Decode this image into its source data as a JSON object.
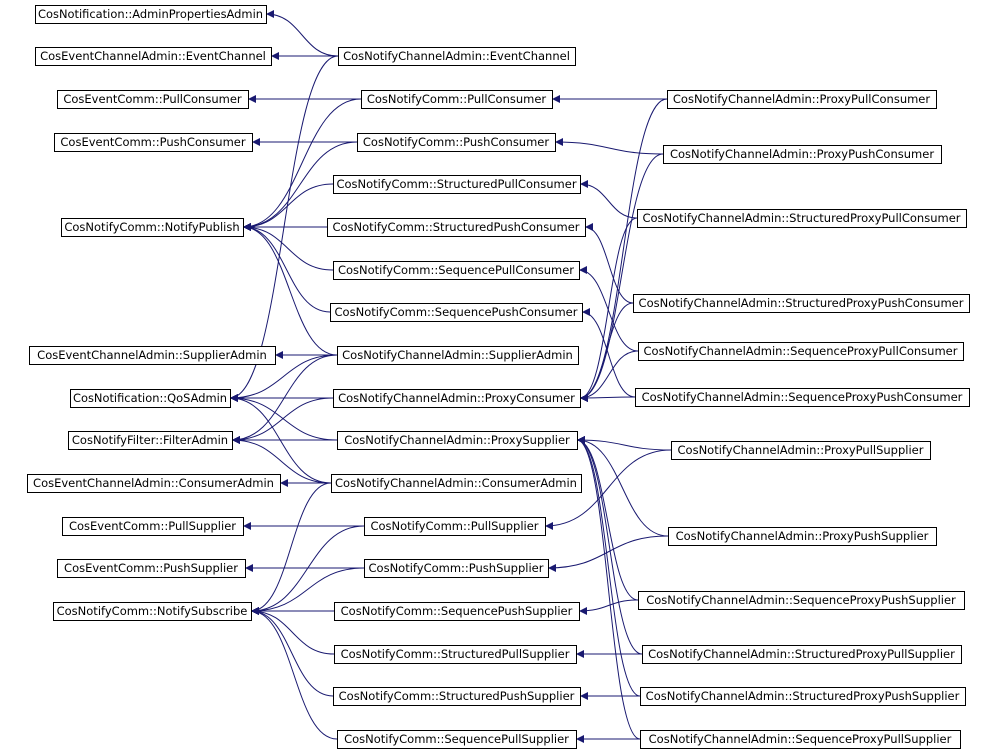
{
  "diagram": {
    "colors": {
      "edge": "#191970",
      "node_border": "#000000",
      "node_fill": "#ffffff",
      "text": "#000000"
    },
    "nodes": [
      {
        "id": "adminprops",
        "label": "CosNotification::AdminPropertiesAdmin"
      },
      {
        "id": "eca_ec",
        "label": "CosEventChannelAdmin::EventChannel"
      },
      {
        "id": "ec_pullcons",
        "label": "CosEventComm::PullConsumer"
      },
      {
        "id": "ec_pushcons",
        "label": "CosEventComm::PushConsumer"
      },
      {
        "id": "notifypublish",
        "label": "CosNotifyComm::NotifyPublish"
      },
      {
        "id": "eca_suppadmin",
        "label": "CosEventChannelAdmin::SupplierAdmin"
      },
      {
        "id": "qosadmin",
        "label": "CosNotification::QoSAdmin"
      },
      {
        "id": "filteradmin",
        "label": "CosNotifyFilter::FilterAdmin"
      },
      {
        "id": "eca_consadmin",
        "label": "CosEventChannelAdmin::ConsumerAdmin"
      },
      {
        "id": "ec_pullsupp",
        "label": "CosEventComm::PullSupplier"
      },
      {
        "id": "ec_pushsupp",
        "label": "CosEventComm::PushSupplier"
      },
      {
        "id": "notifysubscribe",
        "label": "CosNotifyComm::NotifySubscribe"
      },
      {
        "id": "nca_ec",
        "label": "CosNotifyChannelAdmin::EventChannel"
      },
      {
        "id": "nc_pullcons",
        "label": "CosNotifyComm::PullConsumer"
      },
      {
        "id": "nc_pushcons",
        "label": "CosNotifyComm::PushConsumer"
      },
      {
        "id": "nc_structpullcons",
        "label": "CosNotifyComm::StructuredPullConsumer"
      },
      {
        "id": "nc_structpushcons",
        "label": "CosNotifyComm::StructuredPushConsumer"
      },
      {
        "id": "nc_seqpullcons",
        "label": "CosNotifyComm::SequencePullConsumer"
      },
      {
        "id": "nc_seqpushcons",
        "label": "CosNotifyComm::SequencePushConsumer"
      },
      {
        "id": "nca_suppadmin",
        "label": "CosNotifyChannelAdmin::SupplierAdmin"
      },
      {
        "id": "nca_proxycons",
        "label": "CosNotifyChannelAdmin::ProxyConsumer"
      },
      {
        "id": "nca_proxysupp",
        "label": "CosNotifyChannelAdmin::ProxySupplier"
      },
      {
        "id": "nca_consadmin",
        "label": "CosNotifyChannelAdmin::ConsumerAdmin"
      },
      {
        "id": "nc_pullsupp",
        "label": "CosNotifyComm::PullSupplier"
      },
      {
        "id": "nc_pushsupp",
        "label": "CosNotifyComm::PushSupplier"
      },
      {
        "id": "nc_seqpushsupp",
        "label": "CosNotifyComm::SequencePushSupplier"
      },
      {
        "id": "nc_structpullsupp",
        "label": "CosNotifyComm::StructuredPullSupplier"
      },
      {
        "id": "nc_structpushsupp",
        "label": "CosNotifyComm::StructuredPushSupplier"
      },
      {
        "id": "nc_seqpullsupp",
        "label": "CosNotifyComm::SequencePullSupplier"
      },
      {
        "id": "nca_proxypullcons",
        "label": "CosNotifyChannelAdmin::ProxyPullConsumer"
      },
      {
        "id": "nca_proxypushcons",
        "label": "CosNotifyChannelAdmin::ProxyPushConsumer"
      },
      {
        "id": "nca_structproxypullcons",
        "label": "CosNotifyChannelAdmin::StructuredProxyPullConsumer"
      },
      {
        "id": "nca_structproxypushcons",
        "label": "CosNotifyChannelAdmin::StructuredProxyPushConsumer"
      },
      {
        "id": "nca_seqproxypullcons",
        "label": "CosNotifyChannelAdmin::SequenceProxyPullConsumer"
      },
      {
        "id": "nca_seqproxypushcons",
        "label": "CosNotifyChannelAdmin::SequenceProxyPushConsumer"
      },
      {
        "id": "nca_proxypullsupp",
        "label": "CosNotifyChannelAdmin::ProxyPullSupplier"
      },
      {
        "id": "nca_proxypushsupp",
        "label": "CosNotifyChannelAdmin::ProxyPushSupplier"
      },
      {
        "id": "nca_seqproxypushsupp",
        "label": "CosNotifyChannelAdmin::SequenceProxyPushSupplier"
      },
      {
        "id": "nca_structproxypullsupp",
        "label": "CosNotifyChannelAdmin::StructuredProxyPullSupplier"
      },
      {
        "id": "nca_structproxypushsupp",
        "label": "CosNotifyChannelAdmin::StructuredProxyPushSupplier"
      },
      {
        "id": "nca_seqproxypullsupp",
        "label": "CosNotifyChannelAdmin::SequenceProxyPullSupplier"
      }
    ],
    "edges": [
      {
        "from": "nca_ec",
        "to": "adminprops"
      },
      {
        "from": "nca_ec",
        "to": "eca_ec"
      },
      {
        "from": "nca_ec",
        "to": "qosadmin"
      },
      {
        "from": "nc_pullcons",
        "to": "ec_pullcons"
      },
      {
        "from": "nc_pullcons",
        "to": "notifypublish"
      },
      {
        "from": "nc_pushcons",
        "to": "ec_pushcons"
      },
      {
        "from": "nc_pushcons",
        "to": "notifypublish"
      },
      {
        "from": "nc_structpullcons",
        "to": "notifypublish"
      },
      {
        "from": "nc_structpushcons",
        "to": "notifypublish"
      },
      {
        "from": "nc_seqpullcons",
        "to": "notifypublish"
      },
      {
        "from": "nc_seqpushcons",
        "to": "notifypublish"
      },
      {
        "from": "nca_suppadmin",
        "to": "notifypublish"
      },
      {
        "from": "nca_suppadmin",
        "to": "eca_suppadmin"
      },
      {
        "from": "nca_suppadmin",
        "to": "qosadmin"
      },
      {
        "from": "nca_suppadmin",
        "to": "filteradmin"
      },
      {
        "from": "nca_proxycons",
        "to": "qosadmin"
      },
      {
        "from": "nca_proxycons",
        "to": "filteradmin"
      },
      {
        "from": "nca_proxysupp",
        "to": "qosadmin"
      },
      {
        "from": "nca_proxysupp",
        "to": "filteradmin"
      },
      {
        "from": "nca_consadmin",
        "to": "eca_consadmin"
      },
      {
        "from": "nca_consadmin",
        "to": "qosadmin"
      },
      {
        "from": "nca_consadmin",
        "to": "filteradmin"
      },
      {
        "from": "nca_consadmin",
        "to": "notifysubscribe"
      },
      {
        "from": "nc_pullsupp",
        "to": "ec_pullsupp"
      },
      {
        "from": "nc_pullsupp",
        "to": "notifysubscribe"
      },
      {
        "from": "nc_pushsupp",
        "to": "ec_pushsupp"
      },
      {
        "from": "nc_pushsupp",
        "to": "notifysubscribe"
      },
      {
        "from": "nc_seqpushsupp",
        "to": "notifysubscribe"
      },
      {
        "from": "nc_structpullsupp",
        "to": "notifysubscribe"
      },
      {
        "from": "nc_structpushsupp",
        "to": "notifysubscribe"
      },
      {
        "from": "nc_seqpullsupp",
        "to": "notifysubscribe"
      },
      {
        "from": "nca_proxypullcons",
        "to": "nc_pullcons"
      },
      {
        "from": "nca_proxypullcons",
        "to": "nca_proxycons"
      },
      {
        "from": "nca_proxypushcons",
        "to": "nc_pushcons"
      },
      {
        "from": "nca_proxypushcons",
        "to": "nca_proxycons"
      },
      {
        "from": "nca_structproxypullcons",
        "to": "nc_structpullcons"
      },
      {
        "from": "nca_structproxypullcons",
        "to": "nca_proxycons"
      },
      {
        "from": "nca_structproxypushcons",
        "to": "nc_structpushcons"
      },
      {
        "from": "nca_structproxypushcons",
        "to": "nca_proxycons"
      },
      {
        "from": "nca_seqproxypullcons",
        "to": "nc_seqpullcons"
      },
      {
        "from": "nca_seqproxypullcons",
        "to": "nca_proxycons"
      },
      {
        "from": "nca_seqproxypushcons",
        "to": "nc_seqpushcons"
      },
      {
        "from": "nca_seqproxypushcons",
        "to": "nca_proxycons"
      },
      {
        "from": "nca_proxypullsupp",
        "to": "nc_pullsupp"
      },
      {
        "from": "nca_proxypullsupp",
        "to": "nca_proxysupp"
      },
      {
        "from": "nca_proxypushsupp",
        "to": "nc_pushsupp"
      },
      {
        "from": "nca_proxypushsupp",
        "to": "nca_proxysupp"
      },
      {
        "from": "nca_seqproxypushsupp",
        "to": "nc_seqpushsupp"
      },
      {
        "from": "nca_seqproxypushsupp",
        "to": "nca_proxysupp"
      },
      {
        "from": "nca_structproxypullsupp",
        "to": "nc_structpullsupp"
      },
      {
        "from": "nca_structproxypullsupp",
        "to": "nca_proxysupp"
      },
      {
        "from": "nca_structproxypushsupp",
        "to": "nc_structpushsupp"
      },
      {
        "from": "nca_structproxypushsupp",
        "to": "nca_proxysupp"
      },
      {
        "from": "nca_seqproxypullsupp",
        "to": "nc_seqpullsupp"
      },
      {
        "from": "nca_seqproxypullsupp",
        "to": "nca_proxysupp"
      }
    ]
  }
}
